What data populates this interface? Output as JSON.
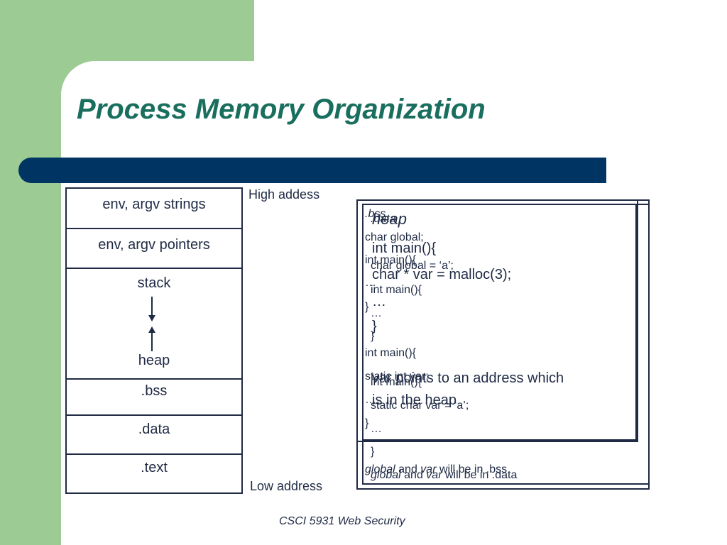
{
  "slide": {
    "title": "Process Memory Organization",
    "footer": "CSCI 5931 Web Security",
    "colors": {
      "title": "#1a6e5e",
      "bar": "#003463",
      "sidebar_green": "#9ccb94",
      "text": "#1f2a44"
    }
  },
  "memory_layout": {
    "segments": [
      "env, argv strings",
      "env, argv pointers",
      "stack",
      "heap",
      ".bss",
      ".data",
      ".text"
    ],
    "high_address_label": "High addess",
    "low_address_label": "Low address",
    "arrow_icons": [
      "arrow-down-icon",
      "arrow-up-icon"
    ]
  },
  "overlay_text": {
    "bss_header": ".bss",
    "bss_line1": "char global;",
    "bss_line2": "int main(){",
    "bss_line3": "…",
    "bss_line4": "}",
    "bss_line5": "int main(){",
    "bss_line6": "static int var;",
    "bss_line7": "…",
    "bss_line8": "}",
    "bss_note_i1": "global",
    "bss_note_t1": " and ",
    "bss_note_i2": "var",
    "bss_note_t2": " will be in .bss",
    "data_header": ".data",
    "data_line1": "char global = ‘a’;",
    "data_line2": "int main(){",
    "data_line3": "…",
    "data_line4": "}",
    "data_line5": "int main(){",
    "data_line6": "static char var = ‘a’;",
    "data_line7": "…",
    "data_line8": "}",
    "data_note_i1": "global",
    "data_note_t1": " and ",
    "data_note_i2": "var",
    "data_note_t2": " will be in .data",
    "heap_header": "heap",
    "heap_line1": "int main(){",
    "heap_line2": "char * var = malloc(3);",
    "heap_line3": "…",
    "heap_line4": "}",
    "heap_line5": "var points to an address which",
    "heap_line6": "is in the heap"
  }
}
